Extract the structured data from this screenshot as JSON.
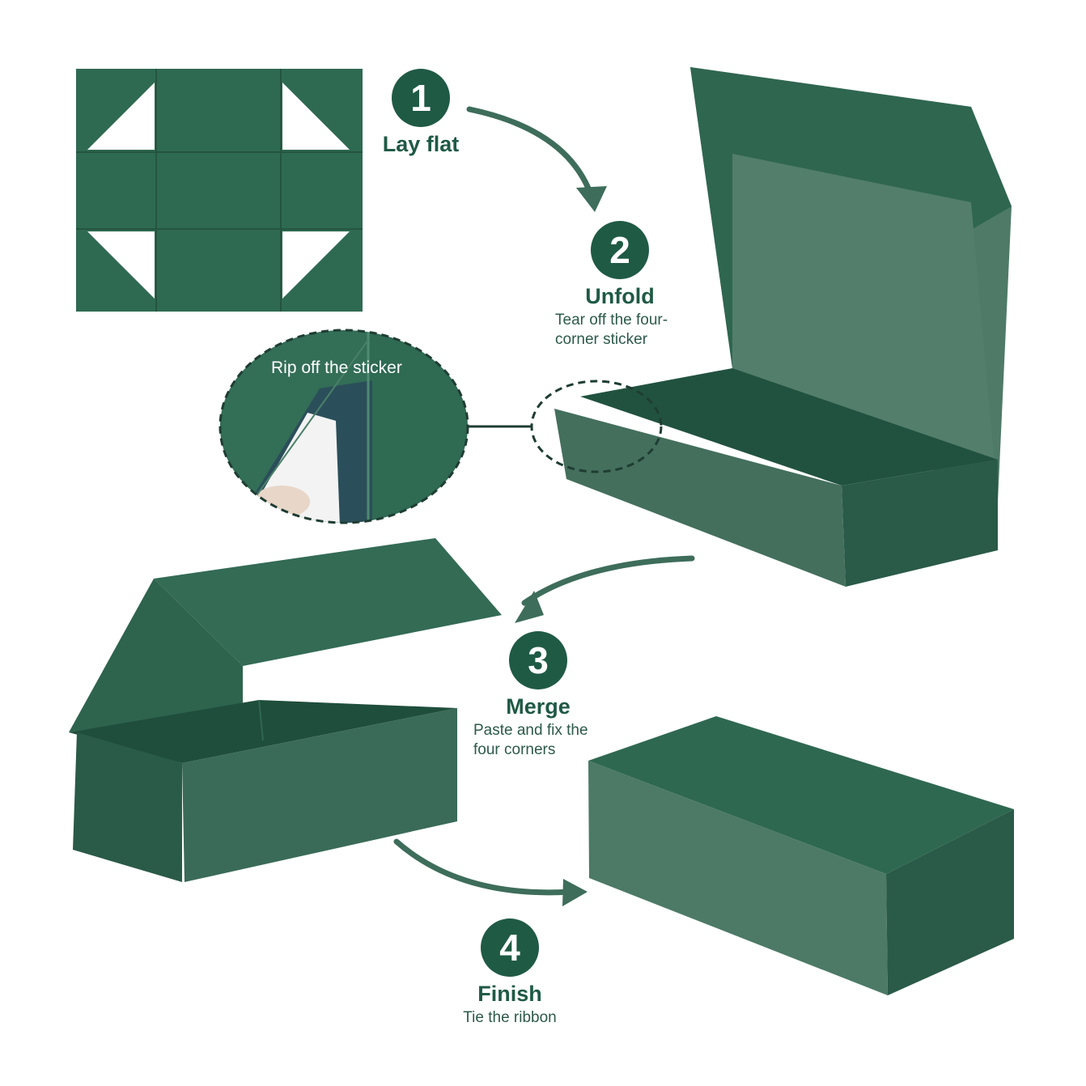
{
  "colors": {
    "brand_green": "#1f5a45",
    "box_dark": "#2a5a48",
    "box_mid": "#3a6b58",
    "box_light": "#4c7a66",
    "arrow": "#3e6d5b"
  },
  "steps": [
    {
      "number": "1",
      "title": "Lay flat",
      "description": ""
    },
    {
      "number": "2",
      "title": "Unfold",
      "description": "Tear off the four-\ncorner sticker"
    },
    {
      "number": "3",
      "title": "Merge",
      "description": "Paste and fix the\nfour corners"
    },
    {
      "number": "4",
      "title": "Finish",
      "description": "Tie the ribbon"
    }
  ],
  "callout": {
    "label": "Rip off the sticker"
  }
}
